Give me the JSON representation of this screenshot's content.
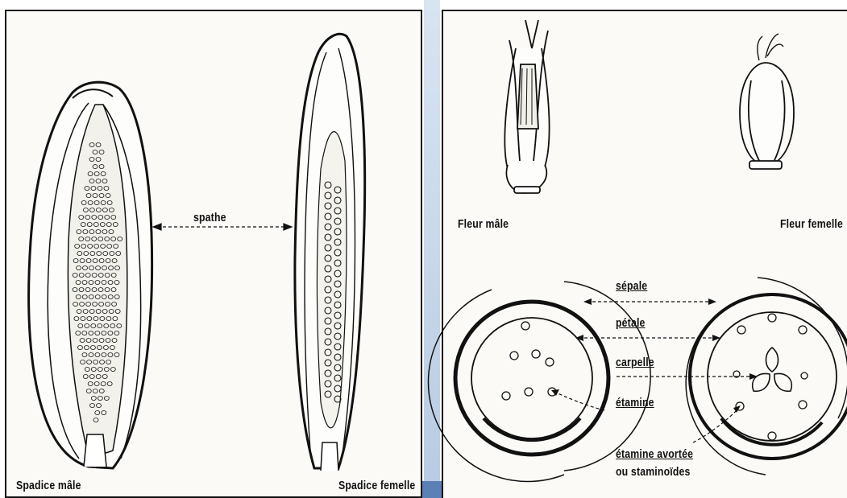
{
  "left_panel": {
    "male_spadix_label": "Spadice mâle",
    "female_spadix_label": "Spadice femelle",
    "spathe_label": "spathe"
  },
  "right_panel": {
    "male_flower_label": "Fleur mâle",
    "female_flower_label": "Fleur femelle",
    "diagram_labels": {
      "sepal": "sépale",
      "petal": "pétale",
      "carpel": "carpelle",
      "stamen": "étamine",
      "aborted_stamen_line1": "étamine avortée",
      "aborted_stamen_line2": "ou staminoïdes"
    }
  },
  "colors": {
    "ink": "#111111",
    "paper": "#fbfaf7",
    "divider": "#5b80b5"
  }
}
